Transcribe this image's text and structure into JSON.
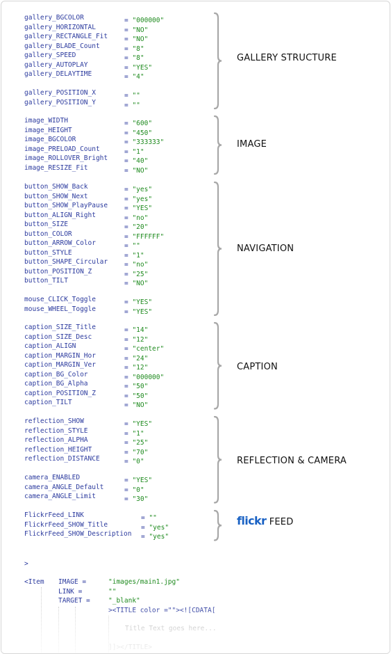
{
  "sections": [
    {
      "label": "GALLERY STRUCTURE",
      "params": [
        {
          "key": "gallery_BGCOLOR",
          "value": "\"000000\""
        },
        {
          "key": "gallery_HORIZONTAL",
          "value": "\"NO\""
        },
        {
          "key": "gallery_RECTANGLE_Fit",
          "value": "\"NO\""
        },
        {
          "key": "gallery_BLADE_Count",
          "value": "\"8\""
        },
        {
          "key": "gallery_SPEED",
          "value": "\"8\""
        },
        {
          "key": "gallery_AUTOPLAY",
          "value": "\"YES\""
        },
        {
          "key": "gallery_DELAYTIME",
          "value": "\"4\""
        },
        null,
        {
          "key": "gallery_POSITION_X",
          "value": "\"\""
        },
        {
          "key": "gallery_POSITION_Y",
          "value": "\"\""
        }
      ]
    },
    {
      "label": "IMAGE",
      "params": [
        {
          "key": "image_WIDTH",
          "value": "\"600\""
        },
        {
          "key": "image_HEIGHT",
          "value": "\"450\""
        },
        {
          "key": "image_BGCOLOR",
          "value": "\"333333\""
        },
        {
          "key": "image_PRELOAD_Count",
          "value": "\"1\""
        },
        {
          "key": "image_ROLLOVER_Bright",
          "value": "\"40\""
        },
        {
          "key": "image_RESIZE_Fit",
          "value": "\"NO\""
        }
      ]
    },
    {
      "label": "NAVIGATION",
      "params": [
        {
          "key": "button_SHOW_Back",
          "value": "\"yes\""
        },
        {
          "key": "button_SHOW_Next",
          "value": "\"yes\""
        },
        {
          "key": "button_SHOW_PlayPause",
          "value": "\"YES\""
        },
        {
          "key": "button_ALIGN_Right",
          "value": "\"no\""
        },
        {
          "key": "button_SIZE",
          "value": "\"20\""
        },
        {
          "key": "button_COLOR",
          "value": "\"FFFFFF\""
        },
        {
          "key": "button_ARROW_Color",
          "value": "\"\""
        },
        {
          "key": "button_STYLE",
          "value": "\"1\""
        },
        {
          "key": "button_SHAPE_Circular",
          "value": "\"no\""
        },
        {
          "key": "button_POSITION_Z",
          "value": "\"25\""
        },
        {
          "key": "button_TILT",
          "value": "\"NO\""
        },
        null,
        {
          "key": "mouse_CLICK_Toggle",
          "value": "\"YES\""
        },
        {
          "key": "mouse_WHEEL_Toggle",
          "value": "\"YES\""
        }
      ]
    },
    {
      "label": "CAPTION",
      "params": [
        {
          "key": "caption_SIZE_Title",
          "value": "\"14\""
        },
        {
          "key": "caption_SIZE_Desc",
          "value": "\"12\""
        },
        {
          "key": "caption_ALIGN",
          "value": "\"center\""
        },
        {
          "key": "caption_MARGIN_Hor",
          "value": "\"24\""
        },
        {
          "key": "caption_MARGIN_Ver",
          "value": "\"12\""
        },
        {
          "key": "caption_BG_Color",
          "value": "\"000000\""
        },
        {
          "key": "caption_BG_Alpha",
          "value": "\"50\""
        },
        {
          "key": "caption_POSITION_Z",
          "value": "\"50\""
        },
        {
          "key": "caption_TILT",
          "value": "\"NO\""
        }
      ]
    },
    {
      "label": "REFLECTION & CAMERA",
      "params": [
        {
          "key": "reflection_SHOW",
          "value": "\"YES\""
        },
        {
          "key": "reflection_STYLE",
          "value": "\"1\""
        },
        {
          "key": "reflection_ALPHA",
          "value": "\"25\""
        },
        {
          "key": "reflection_HEIGHT",
          "value": "\"70\""
        },
        {
          "key": "reflection_DISTANCE",
          "value": "\"0\""
        },
        null,
        {
          "key": "camera_ENABLED",
          "value": "\"YES\""
        },
        {
          "key": "camera_ANGLE_Default",
          "value": "\"0\""
        },
        {
          "key": "camera_ANGLE_Limit",
          "value": "\"30\""
        }
      ]
    },
    {
      "label": "FEED",
      "wide": true,
      "params": [
        {
          "key": "FlickrFeed_LINK",
          "value": "\"\""
        },
        {
          "key": "FlickrFeed_SHOW_Title",
          "value": "\"yes\""
        },
        {
          "key": "FlickrFeed_SHOW_Description",
          "value": "\"yes\""
        }
      ]
    }
  ],
  "flickr_logo": {
    "part1": "flickr",
    "part2": ""
  },
  "xml": {
    "line0": ">",
    "item_tag": "<Item",
    "image_attr": "IMAGE =",
    "image_val": "\"images/main1.jpg\"",
    "link_attr": "LINK =",
    "link_val": "\"\"",
    "target_attr": "TARGET =",
    "target_val": "\"_blank\"",
    "title_open": "><TITLE color =\"\"><![CDATA[",
    "title_text": "Title Text goes here...",
    "title_close": "]]></TITLE>"
  },
  "colors": {
    "key": "#2b3a9e",
    "value": "#1e8a1e",
    "brace": "#a8a8a8",
    "label": "#111111"
  }
}
